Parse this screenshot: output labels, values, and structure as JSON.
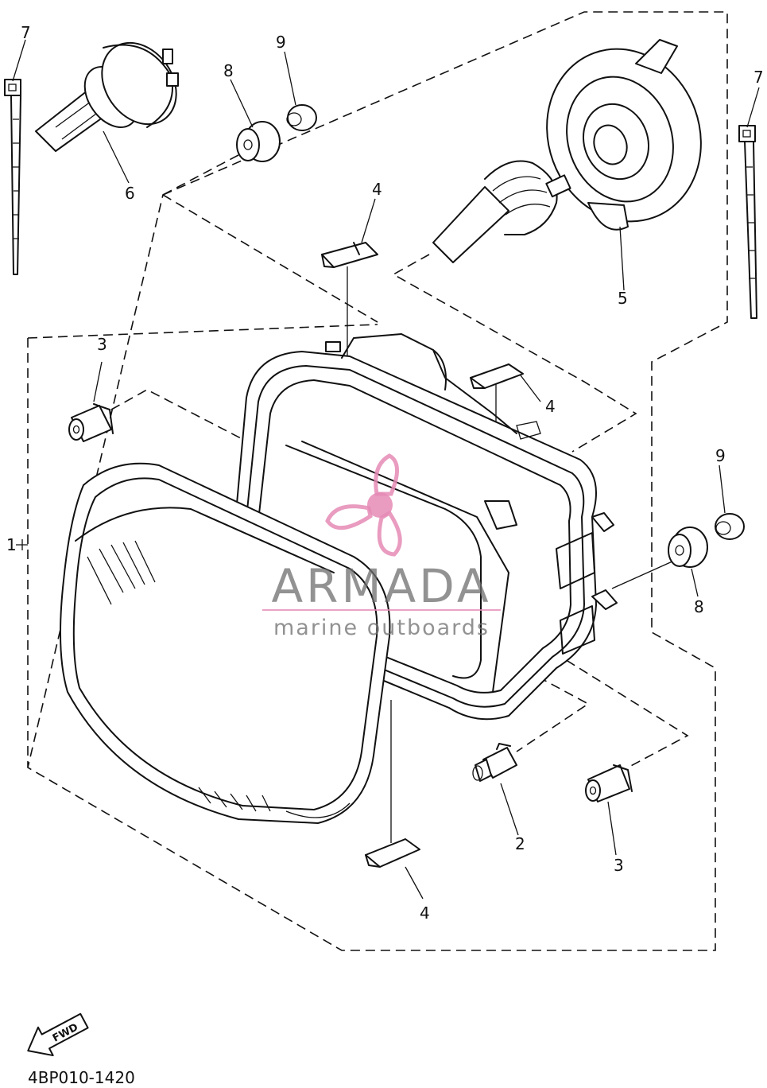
{
  "part_labels": {
    "p1": "1",
    "p2": "2",
    "p3a": "3",
    "p3b": "3",
    "p4a": "4",
    "p4b": "4",
    "p4c": "4",
    "p5": "5",
    "p6": "6",
    "p7a": "7",
    "p7b": "7",
    "p8a": "8",
    "p8b": "8",
    "p9a": "9",
    "p9b": "9"
  },
  "direction_arrow": {
    "label": "FWD",
    "icon": "fwd-arrow-icon"
  },
  "diagram_code": "4BP010-1420",
  "watermark": {
    "title": "ARMADA",
    "subtitle": "marine outboards",
    "logo_icon": "propeller-logo-icon",
    "logo_color": "#e58bb5"
  }
}
